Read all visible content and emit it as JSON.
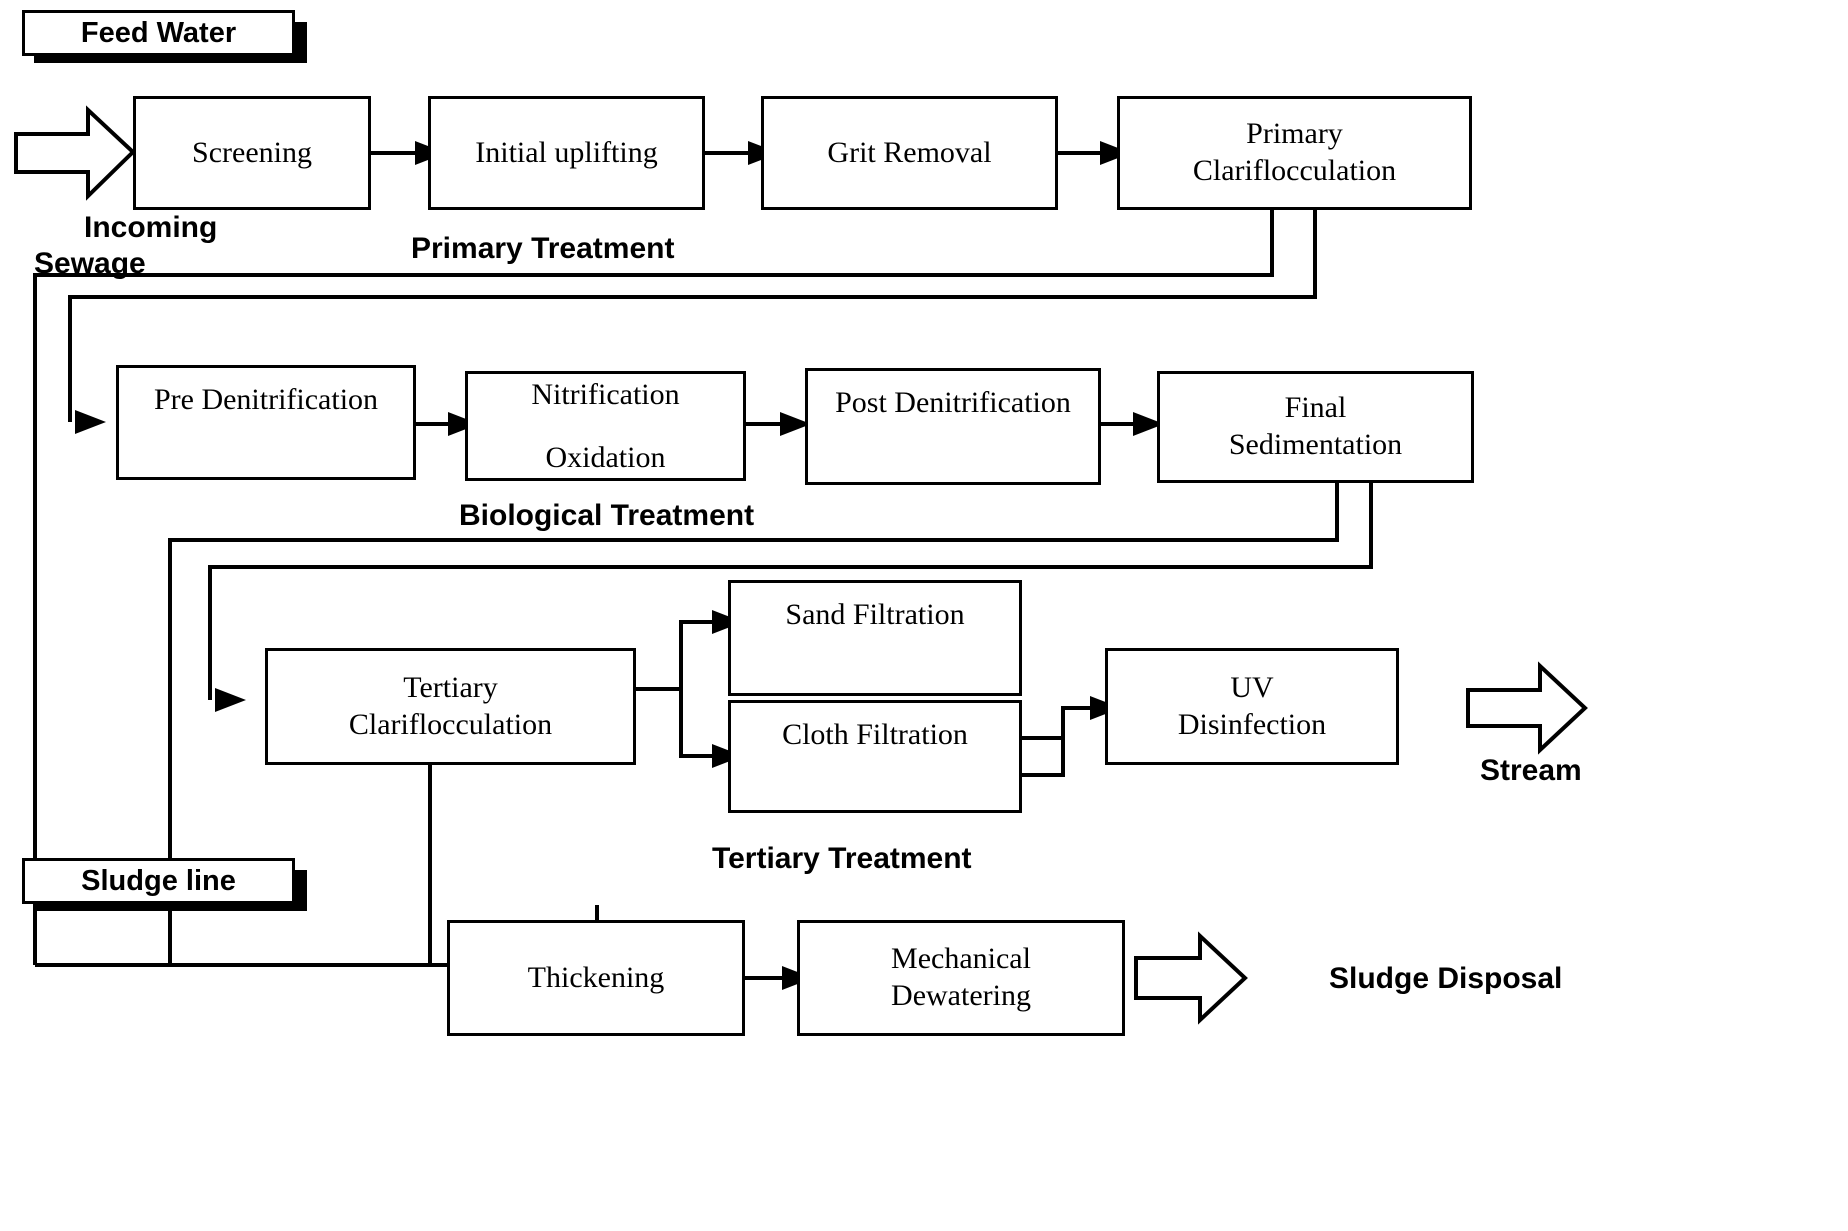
{
  "diagram": {
    "title_alt": "Wastewater treatment process flow diagram",
    "legends": [
      {
        "id": "feed-water",
        "label": "Feed Water"
      },
      {
        "id": "sludge-line",
        "label": "Sludge line"
      }
    ],
    "captions": [
      {
        "id": "incoming-sewage-line1",
        "label": "Incoming"
      },
      {
        "id": "incoming-sewage-line2",
        "label": "Sewage"
      },
      {
        "id": "primary-treatment",
        "label": "Primary Treatment"
      },
      {
        "id": "biological-treatment",
        "label": "Biological Treatment"
      },
      {
        "id": "tertiary-treatment",
        "label": "Tertiary Treatment"
      },
      {
        "id": "stream",
        "label": "Stream"
      },
      {
        "id": "sludge-disposal",
        "label": "Sludge Disposal"
      }
    ],
    "stages": {
      "primary": [
        {
          "id": "screening",
          "label": "Screening"
        },
        {
          "id": "initial-uplifting",
          "label": "Initial uplifting"
        },
        {
          "id": "grit-removal",
          "label": "Grit Removal"
        },
        {
          "id": "primary-clariflocculation",
          "label": "Primary\nClariflocculation"
        }
      ],
      "biological": [
        {
          "id": "pre-denitrification",
          "label": "Pre Denitrification"
        },
        {
          "id": "nitrification-oxidation",
          "label": "Nitrification\n\nOxidation"
        },
        {
          "id": "post-denitrification",
          "label": "Post Denitrification"
        },
        {
          "id": "final-sedimentation",
          "label": "Final\nSedimentation"
        }
      ],
      "tertiary": [
        {
          "id": "tertiary-clariflocculation",
          "label": "Tertiary\nClariflocculation"
        },
        {
          "id": "sand-filtration",
          "label": "Sand Filtration"
        },
        {
          "id": "cloth-filtration",
          "label": "Cloth Filtration"
        },
        {
          "id": "uv-disinfection",
          "label": "UV\nDisinfection"
        }
      ],
      "sludge": [
        {
          "id": "thickening",
          "label": "Thickening"
        },
        {
          "id": "mechanical-dewatering",
          "label": "Mechanical\nDewatering"
        }
      ]
    },
    "colors": {
      "stroke": "#000000",
      "fill": "#ffffff",
      "text": "#000000"
    }
  }
}
